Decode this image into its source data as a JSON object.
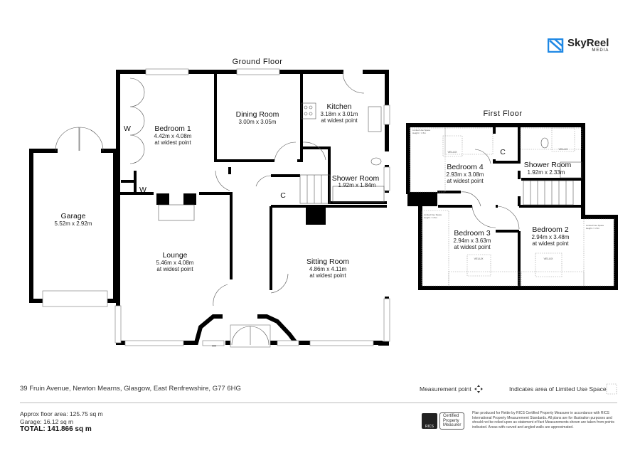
{
  "brand": {
    "name": "SkyReel",
    "sub": "MEDIA",
    "color": "#1e88e5"
  },
  "ground_floor": {
    "title": "Ground Floor",
    "rooms": {
      "bedroom1": {
        "name": "Bedroom 1",
        "dims": "4.42m x 4.08m",
        "note": "at widest point"
      },
      "dining": {
        "name": "Dining Room",
        "dims": "3.00m x 3.05m"
      },
      "kitchen": {
        "name": "Kitchen",
        "dims": "3.18m x 3.01m",
        "note": "at widest point"
      },
      "shower": {
        "name": "Shower Room",
        "dims": "1.92m x 1.84m"
      },
      "garage": {
        "name": "Garage",
        "dims": "5.52m x 2.92m"
      },
      "lounge": {
        "name": "Lounge",
        "dims": "5.46m x 4.08m",
        "note": "at widest point"
      },
      "sitting": {
        "name": "Sitting Room",
        "dims": "4.86m x 4.11m",
        "note": "at widest point"
      }
    },
    "wardrobe_label": "W",
    "cupboard_label": "C"
  },
  "first_floor": {
    "title": "First Floor",
    "rooms": {
      "bedroom4": {
        "name": "Bedroom 4",
        "dims": "2.93m x 3.08m",
        "note": "at widest point"
      },
      "shower": {
        "name": "Shower Room",
        "dims": "1.92m x 2.33m"
      },
      "bedroom3": {
        "name": "Bedroom 3",
        "dims": "2.94m x 3.63m",
        "note": "at widest point"
      },
      "bedroom2": {
        "name": "Bedroom 2",
        "dims": "2.94m x 3.48m",
        "note": "at widest point"
      }
    },
    "cupboard_label": "C",
    "velux_label": "VELUX",
    "limited_label_1": "Limited Use Space",
    "limited_label_2": "Height < 1.5m"
  },
  "footer": {
    "address": "39 Fruin Avenue, Newton Mearns, Glasgow, East Renfrewshire, G77 6HG",
    "measurement_legend": "Measurement point",
    "limited_legend": "Indicates area of  Limited Use Space",
    "approx_area": "Approx floor area: 125.75 sq m",
    "garage_area": "Garage: 16.12 sq m",
    "total": "TOTAL: 141.866 sq m",
    "rics_badge": "RICS",
    "rics_text": [
      "Certified",
      "Property",
      "Measurer"
    ],
    "disclaimer": "Plan produced for Rettie by RICS Certified Property Measurer in accordance with RICS International Property Measurement Standards.  All plans are for illustration purposes and should not be relied upon as statement of fact Measurements shown are taken from points indicated. Areas with curved and angled walls are approximated."
  }
}
